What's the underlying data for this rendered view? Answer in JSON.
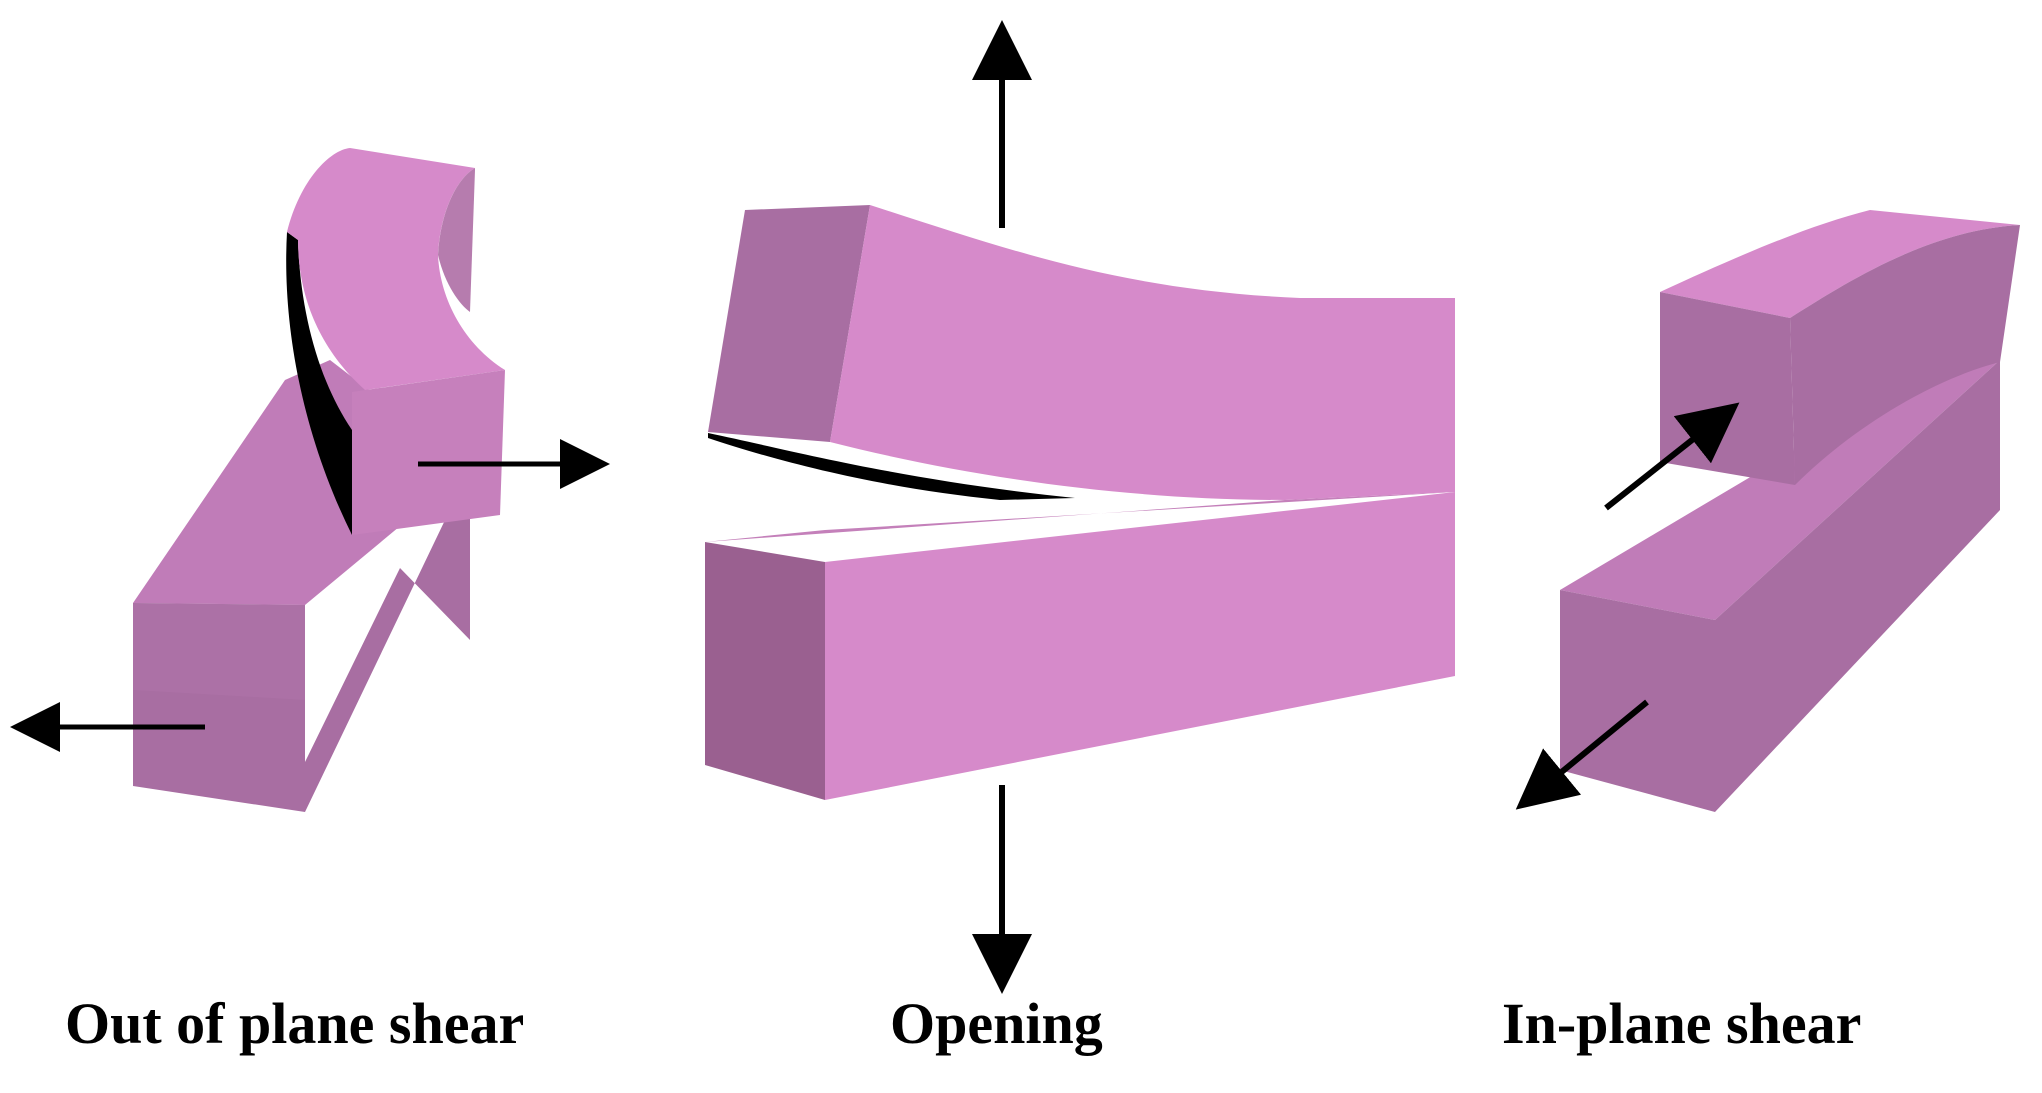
{
  "captions": {
    "out_of_plane_shear": "Out of plane shear",
    "opening": "Opening",
    "in_plane_shear": "In-plane shear"
  },
  "colors": {
    "top_face": "#d68aca",
    "front_face": "#ca82c0",
    "side_face": "#a86ea2",
    "dark_face": "#9a6090",
    "crack_face": "#000000",
    "arrow": "#000000",
    "background": "#ffffff"
  }
}
